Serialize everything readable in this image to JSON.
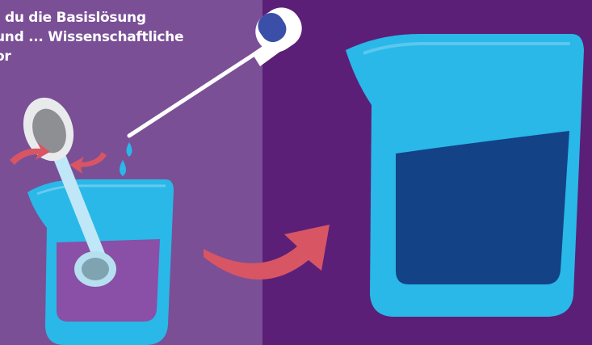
{
  "caption": {
    "line1": "du die Basislösung",
    "line2_start": "und ",
    "line2_ellipsis": "...",
    "line2_end": " Wissenschaftliche",
    "line3": "or"
  },
  "colors": {
    "panel_left": "#7a4f96",
    "panel_right": "#5b1f78",
    "beaker_outline": "#29b8e8",
    "beaker_light": "#8fd6f4",
    "liquid_small": "#8a4fa6",
    "liquid_large": "#134286",
    "arrow": "#d85564",
    "pipette_bulb": "#3b4fa8"
  },
  "icons": [
    "pipette-icon",
    "spoon-icon",
    "stir-arrows-icon",
    "drop-icon",
    "beaker-icon",
    "curved-arrow-icon"
  ]
}
